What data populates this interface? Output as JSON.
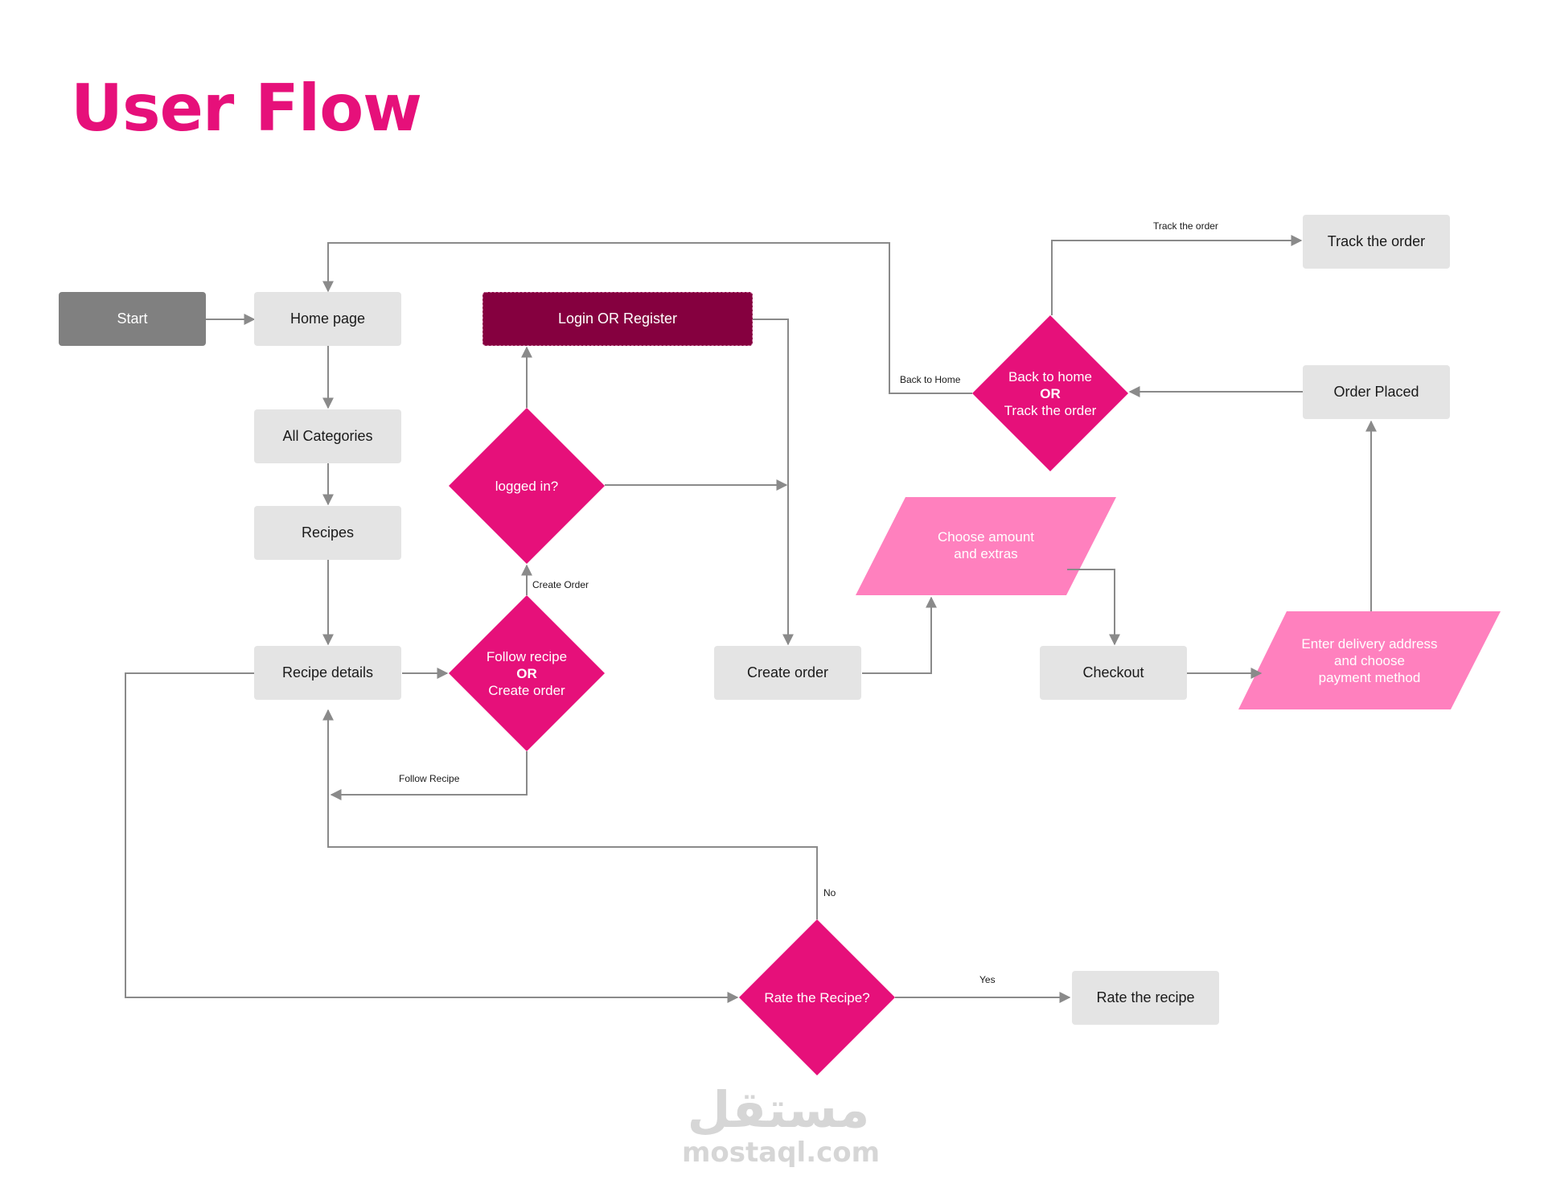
{
  "title": "User Flow",
  "colors": {
    "accent": "#E6107A",
    "accent_light": "#FF80BE",
    "login_box": "#85003F",
    "start_box": "#808080",
    "process_box": "#E4E4E4",
    "connector": "#8A8A8A"
  },
  "nodes": {
    "start": "Start",
    "home": "Home page",
    "categories": "All Categories",
    "recipes": "Recipes",
    "recipe_details": "Recipe details",
    "login": "Login OR Register",
    "logged_in": "logged in?",
    "follow_or_create": {
      "line1": "Follow recipe",
      "or": "OR",
      "line2": "Create order"
    },
    "create_order": "Create order",
    "choose_amount": {
      "line1": "Choose amount",
      "line2": "and extras"
    },
    "checkout": "Checkout",
    "delivery": {
      "line1": "Enter delivery address",
      "line2": "and choose",
      "line3": "payment method"
    },
    "order_placed": "Order Placed",
    "back_or_track": {
      "line1": "Back to home",
      "or": "OR",
      "line2": "Track the order"
    },
    "track_order": "Track the order",
    "rate_question": "Rate the Recipe?",
    "rate_recipe": "Rate the recipe"
  },
  "edge_labels": {
    "track": "Track the order",
    "back_home": "Back to Home",
    "create_order": "Create Order",
    "follow_recipe": "Follow Recipe",
    "no": "No",
    "yes": "Yes"
  },
  "watermark": {
    "arabic": "مستقل",
    "latin": "mostaql.com"
  }
}
